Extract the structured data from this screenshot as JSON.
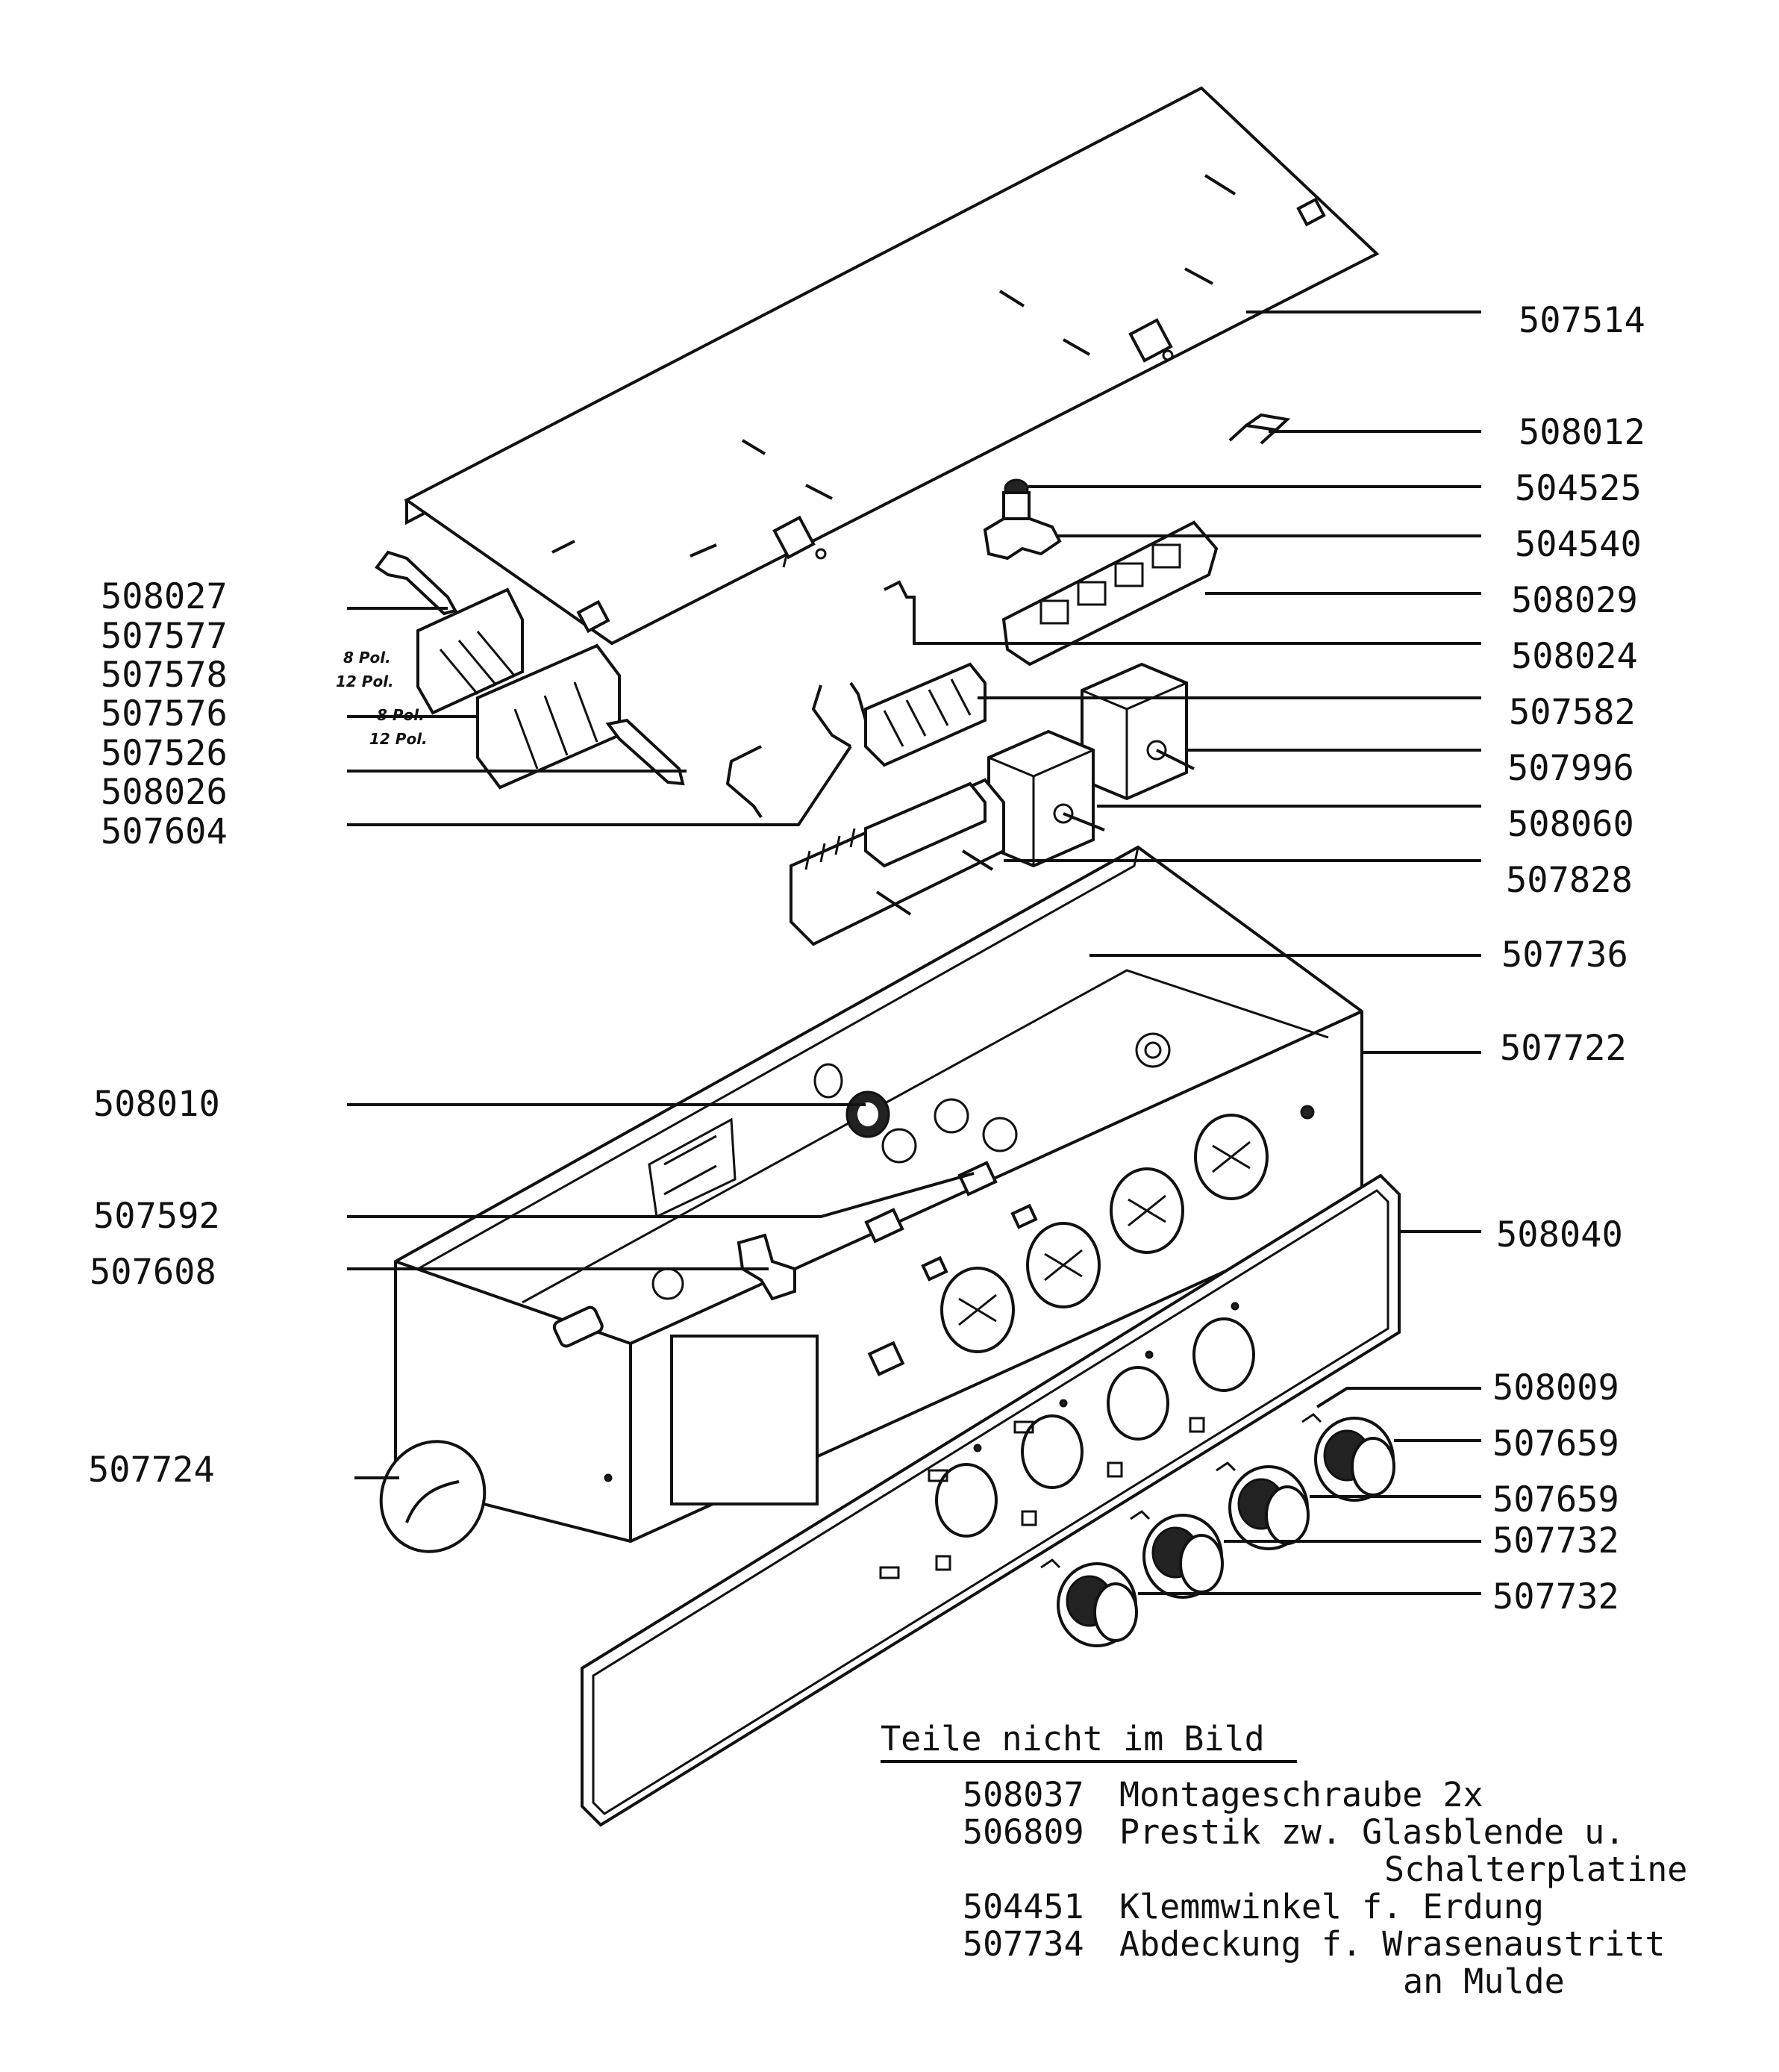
{
  "parts_right": [
    "507514",
    "508012",
    "504525",
    "504540",
    "508029",
    "508024",
    "507582",
    "507996",
    "508060",
    "507828",
    "507736",
    "507722",
    "508040",
    "508009",
    "507659",
    "507659",
    "507732",
    "507732"
  ],
  "parts_left": [
    "508027",
    "507577",
    "507578",
    "507576",
    "507526",
    "508026",
    "507604",
    "508010",
    "507592",
    "507608",
    "507724"
  ],
  "connector_labels": [
    "8 Pol.",
    "12 Pol.",
    "8 Pol.",
    "12 Pol."
  ],
  "not_shown": {
    "heading": "Teile nicht im Bild",
    "rows": [
      {
        "code": "508037",
        "text": "Montageschraube 2x"
      },
      {
        "code": "506809",
        "text": "Prestik zw. Glasblende u."
      },
      {
        "code": "",
        "text": "Schalterplatine"
      },
      {
        "code": "504451",
        "text": "Klemmwinkel f. Erdung"
      },
      {
        "code": "507734",
        "text": "Abdeckung f. Wrasenaustritt"
      },
      {
        "code": "",
        "text": "an Mulde"
      }
    ]
  }
}
